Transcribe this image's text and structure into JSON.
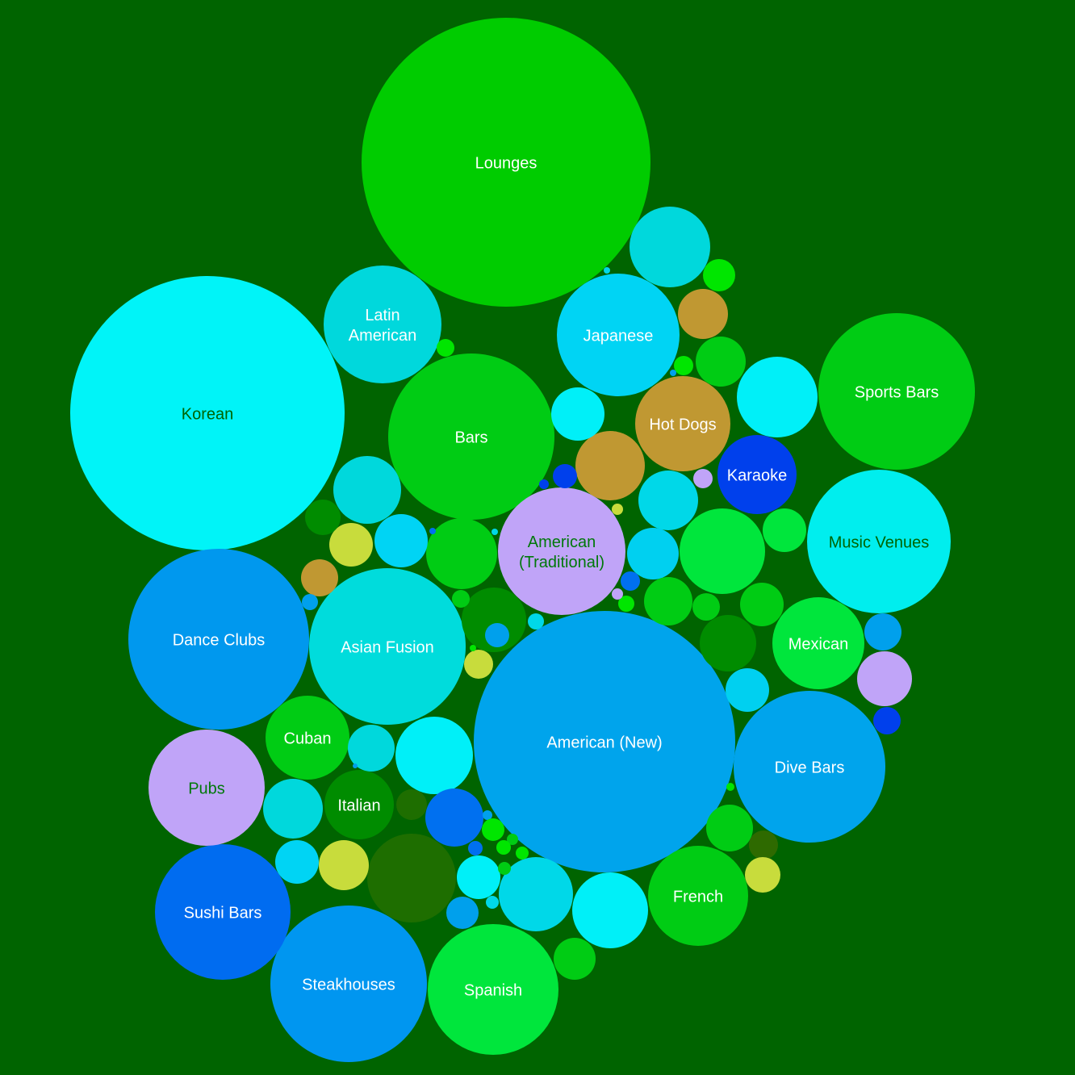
{
  "chart_data": {
    "type": "bubble",
    "title": "",
    "background": "#006400",
    "palette": {
      "lime": "#00cc00",
      "bright_green": "#00e63c",
      "cyan": "#00f0f8",
      "turquoise": "#00dcdc",
      "sky": "#00d0f0",
      "blue": "#00a0ec",
      "royal_blue": "#0070f0",
      "deep_blue": "#0040ec",
      "lavender": "#c0a0f8",
      "gold": "#c09832",
      "olive": "#c8dc3c",
      "forest": "#008c00",
      "dark_forest": "#1e6e00"
    },
    "bubbles": [
      {
        "label": "Lounges",
        "color": "#00cc00",
        "text_color": "#ffffff"
      },
      {
        "label": "Korean",
        "color": "#00f4f8",
        "text_color": "#006400"
      },
      {
        "label": "American (New)",
        "color": "#00a4ec",
        "text_color": "#ffffff"
      },
      {
        "label": "Dance Clubs",
        "color": "#0098ee",
        "text_color": "#ffffff"
      },
      {
        "label": "Bars",
        "color": "#00cc14",
        "text_color": "#ffffff"
      },
      {
        "label": "Sports Bars",
        "color": "#00cc14",
        "text_color": "#ffffff"
      },
      {
        "label": "Dive Bars",
        "color": "#00a4ec",
        "text_color": "#ffffff"
      },
      {
        "label": "Asian Fusion",
        "color": "#00dcdc",
        "text_color": "#ffffff"
      },
      {
        "label": "Steakhouses",
        "color": "#0096f0",
        "text_color": "#ffffff"
      },
      {
        "label": "Music Venues",
        "color": "#00eeee",
        "text_color": "#006400"
      },
      {
        "label": "Sushi Bars",
        "color": "#006cf0",
        "text_color": "#ffffff"
      },
      {
        "label": "Spanish",
        "color": "#00e63c",
        "text_color": "#ffffff"
      },
      {
        "label": "American (Traditional)",
        "lines": [
          "American",
          "(Traditional)"
        ],
        "color": "#c0a4f8",
        "text_color": "#00780a"
      },
      {
        "label": "Japanese",
        "color": "#00d4f4",
        "text_color": "#ffffff"
      },
      {
        "label": "Latin American",
        "lines": [
          "Latin",
          "American"
        ],
        "color": "#00d8dc",
        "text_color": "#ffffff"
      },
      {
        "label": "Pubs",
        "color": "#c0a4f8",
        "text_color": "#00780a"
      },
      {
        "label": "Hot Dogs",
        "color": "#c09832",
        "text_color": "#ffffff"
      },
      {
        "label": "French",
        "color": "#00cc14",
        "text_color": "#ffffff"
      },
      {
        "label": "Mexican",
        "color": "#00e63c",
        "text_color": "#ffffff"
      },
      {
        "label": "Cuban",
        "color": "#00cc14",
        "text_color": "#ffffff"
      },
      {
        "label": "Karaoke",
        "color": "#0040ec",
        "text_color": "#ffffff"
      },
      {
        "label": "Italian",
        "color": "#008c00",
        "text_color": "#ffffff"
      },
      {
        "label": "",
        "color": "#00d8dc"
      },
      {
        "label": "",
        "color": "#00e63c"
      },
      {
        "label": "",
        "color": "#00f0f8"
      },
      {
        "label": "",
        "color": "#00f0f8"
      },
      {
        "label": "",
        "color": "#1e6e00"
      },
      {
        "label": "",
        "color": "#c09832"
      },
      {
        "label": "",
        "color": "#00d8e8"
      },
      {
        "label": "",
        "color": "#00cc14"
      },
      {
        "label": "",
        "color": "#00d8dc"
      },
      {
        "label": "",
        "color": "#00cc14"
      },
      {
        "label": "",
        "color": "#00f0f8"
      },
      {
        "label": "",
        "color": "#008c00"
      },
      {
        "label": "",
        "color": "#00d8e8"
      },
      {
        "label": "",
        "color": "#00d8dc"
      },
      {
        "label": "",
        "color": "#00d0f0"
      },
      {
        "label": "",
        "color": "#008c00"
      },
      {
        "label": "",
        "color": "#00f0f8"
      },
      {
        "label": "",
        "color": "#00cc14"
      },
      {
        "label": "",
        "color": "#00d4f4"
      },
      {
        "label": "",
        "color": "#00d0f0"
      },
      {
        "label": "",
        "color": "#00d8dc"
      },
      {
        "label": "",
        "color": "#0070f0"
      },
      {
        "label": "",
        "color": "#00cc14"
      },
      {
        "label": "",
        "color": "#00e63c"
      },
      {
        "label": "",
        "color": "#c8dc3c"
      },
      {
        "label": "",
        "color": "#c8dc3c"
      },
      {
        "label": "",
        "color": "#c09832"
      },
      {
        "label": "",
        "color": "#00cc14"
      },
      {
        "label": "",
        "color": "#00a0ec"
      },
      {
        "label": "",
        "color": "#00d4f4"
      },
      {
        "label": "",
        "color": "#00cc14"
      },
      {
        "label": "",
        "color": "#00f0f8"
      },
      {
        "label": "",
        "color": "#c0a4f8"
      },
      {
        "label": "",
        "color": "#00a0ec"
      },
      {
        "label": "",
        "color": "#00cc14"
      },
      {
        "label": "",
        "color": "#00e600"
      },
      {
        "label": "",
        "color": "#00e600"
      },
      {
        "label": "",
        "color": "#008c00"
      },
      {
        "label": "",
        "color": "#2e6a00"
      },
      {
        "label": "",
        "color": "#1e6e00"
      },
      {
        "label": "",
        "color": "#c8dc3c"
      },
      {
        "label": "",
        "color": "#c8dc3c"
      },
      {
        "label": "",
        "color": "#0040ec"
      },
      {
        "label": "",
        "color": "#0040ec"
      },
      {
        "label": "",
        "color": "#0070f0"
      },
      {
        "label": "",
        "color": "#00a0ec"
      },
      {
        "label": "",
        "color": "#00e600"
      },
      {
        "label": "",
        "color": "#00e600"
      },
      {
        "label": "",
        "color": "#00cc14"
      },
      {
        "label": "",
        "color": "#c0a4f8"
      },
      {
        "label": "",
        "color": "#c8dc3c"
      },
      {
        "label": "",
        "color": "#00d8e8"
      },
      {
        "label": "",
        "color": "#00e600"
      },
      {
        "label": "",
        "color": "#0070f0"
      },
      {
        "label": "",
        "color": "#00a0ec"
      },
      {
        "label": "",
        "color": "#00e600"
      },
      {
        "label": "",
        "color": "#00d8e8"
      },
      {
        "label": "",
        "color": "#c0a4f8"
      },
      {
        "label": "",
        "color": "#00cc14"
      },
      {
        "label": "",
        "color": "#c09832"
      },
      {
        "label": "",
        "color": "#00a0ec"
      },
      {
        "label": "",
        "color": "#00e600"
      },
      {
        "label": "",
        "color": "#00cc14"
      },
      {
        "label": "",
        "color": "#0040ec"
      },
      {
        "label": "",
        "color": "#00d8e8"
      },
      {
        "label": "",
        "color": "#00a0ec"
      },
      {
        "label": "",
        "color": "#00e600"
      },
      {
        "label": "",
        "color": "#00e600"
      },
      {
        "label": "",
        "color": "#00d8e8"
      },
      {
        "label": "",
        "color": "#0070f0"
      },
      {
        "label": "",
        "color": "#00a0ec"
      }
    ]
  }
}
